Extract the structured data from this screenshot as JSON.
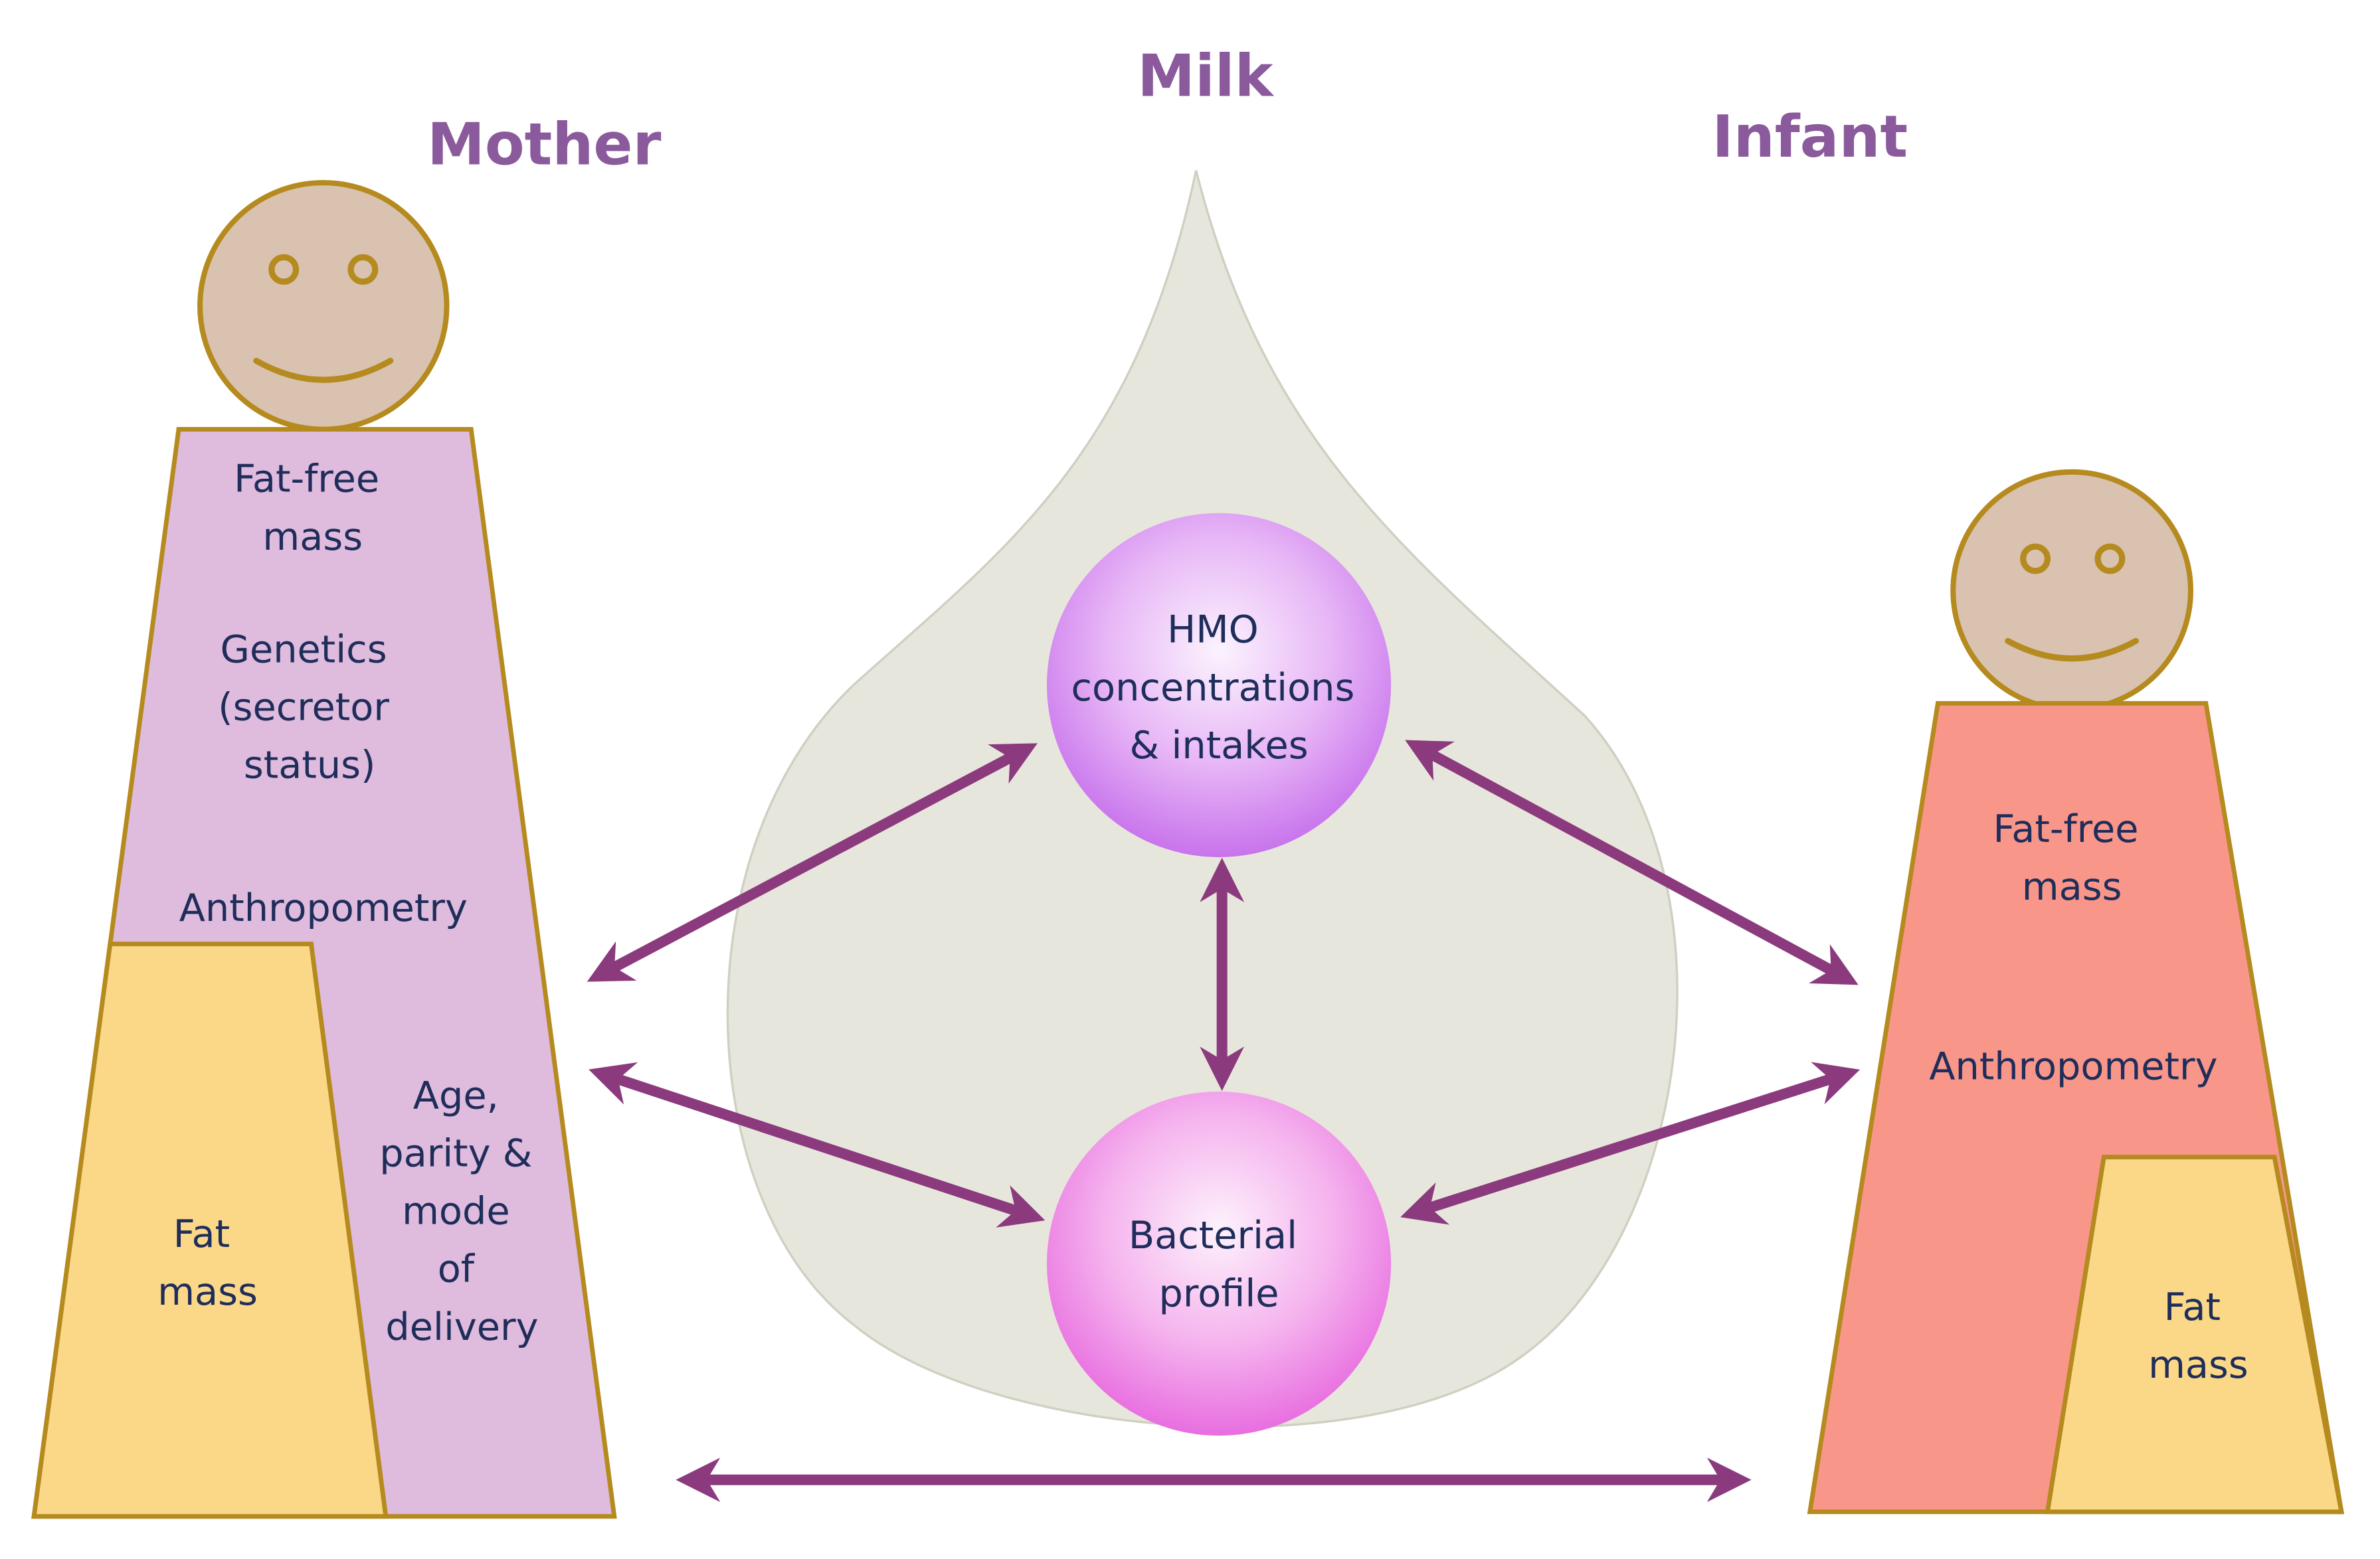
{
  "headings": {
    "milk": "Milk",
    "mother": "Mother",
    "infant": "Infant"
  },
  "mother": {
    "fat_free_mass": [
      "Fat-free",
      "mass"
    ],
    "genetics": [
      "Genetics",
      "(secretor",
      "status)"
    ],
    "anthropometry": "Anthropometry",
    "age_parity_delivery": [
      "Age,",
      "parity &",
      "mode",
      "of",
      "delivery"
    ],
    "fat_mass": [
      "Fat",
      "mass"
    ]
  },
  "milk": {
    "hmo": [
      "HMO",
      "concentrations",
      "& intakes"
    ],
    "bacterial": [
      "Bacterial",
      "profile"
    ]
  },
  "infant": {
    "fat_free_mass": [
      "Fat-free",
      "mass"
    ],
    "anthropometry": "Anthropometry",
    "fat_mass": [
      "Fat",
      "mass"
    ]
  },
  "colors": {
    "heading": "#8a5a9c",
    "text": "#1f2d5a",
    "arrow": "#8b3a7e",
    "outline": "#b58a1e",
    "mother_body": "#dfbbdd",
    "infant_body": "#f8968a",
    "fat_mass": "#fad888",
    "face": "#d9c2b0",
    "drop": "#e7e6dc"
  },
  "icons": [
    "mother-face-icon",
    "infant-face-icon",
    "milk-drop-icon"
  ]
}
